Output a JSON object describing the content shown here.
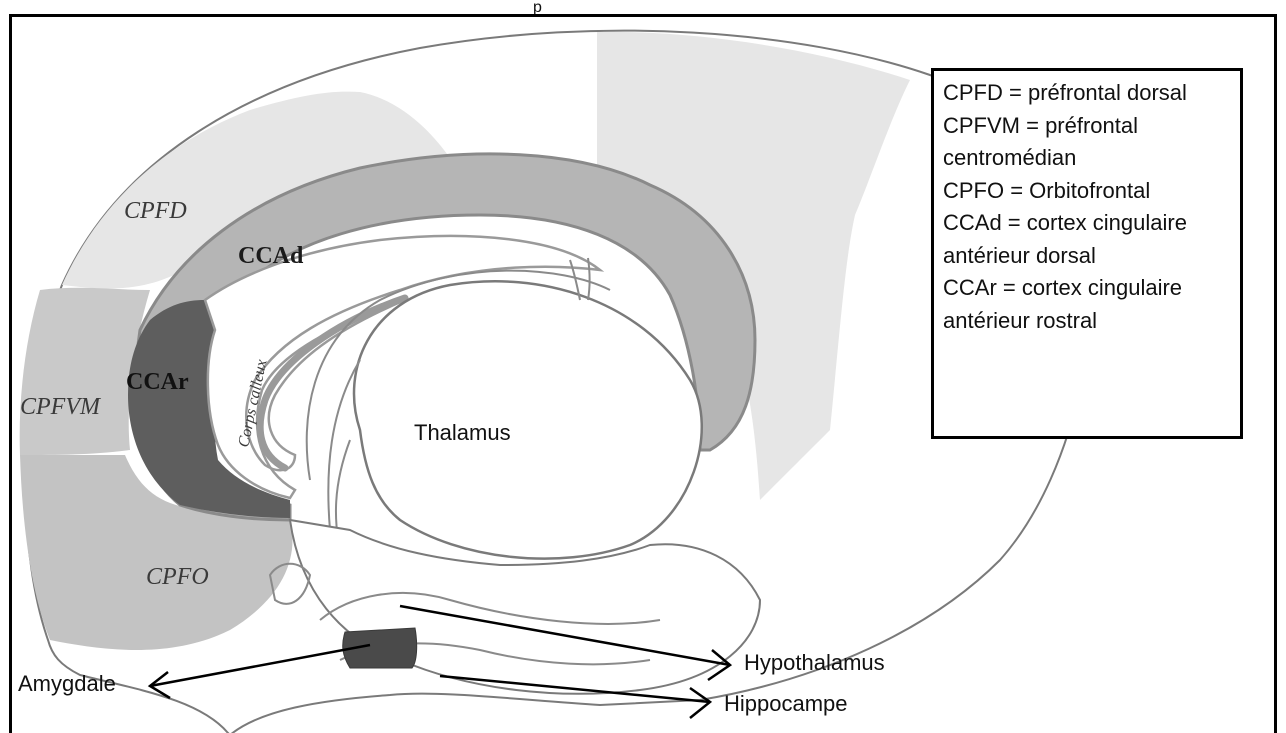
{
  "page_title": "p",
  "labels": {
    "cpfd": "CPFD",
    "ccad": "CCAd",
    "cpfvm": "CPFVM",
    "ccar": "CCAr",
    "corps_calleux": "Corps calleux",
    "thalamus": "Thalamus",
    "cpfo": "CPFO",
    "hypothalamus": "Hypothalamus",
    "amygdale": "Amygdale",
    "hippocampe": "Hippocampe"
  },
  "legend": [
    "CPFD = préfrontal dorsal",
    "CPFVM = préfrontal",
    "centromédian",
    "CPFO = Orbitofrontal",
    "CCAd = cortex cingulaire",
    "antérieur dorsal",
    "CCAr = cortex cingulaire",
    "antérieur rostral"
  ],
  "colors": {
    "outline": "#7a7a7a",
    "cpfd_fill": "#e6e6e6",
    "cpfvm_fill": "#c9c9c9",
    "cpfo_fill": "#c3c3c3",
    "cingulate_band": "#b5b5b5",
    "ccar_fill": "#5e5e5e",
    "amygdala_fill": "#4a4a4a"
  }
}
